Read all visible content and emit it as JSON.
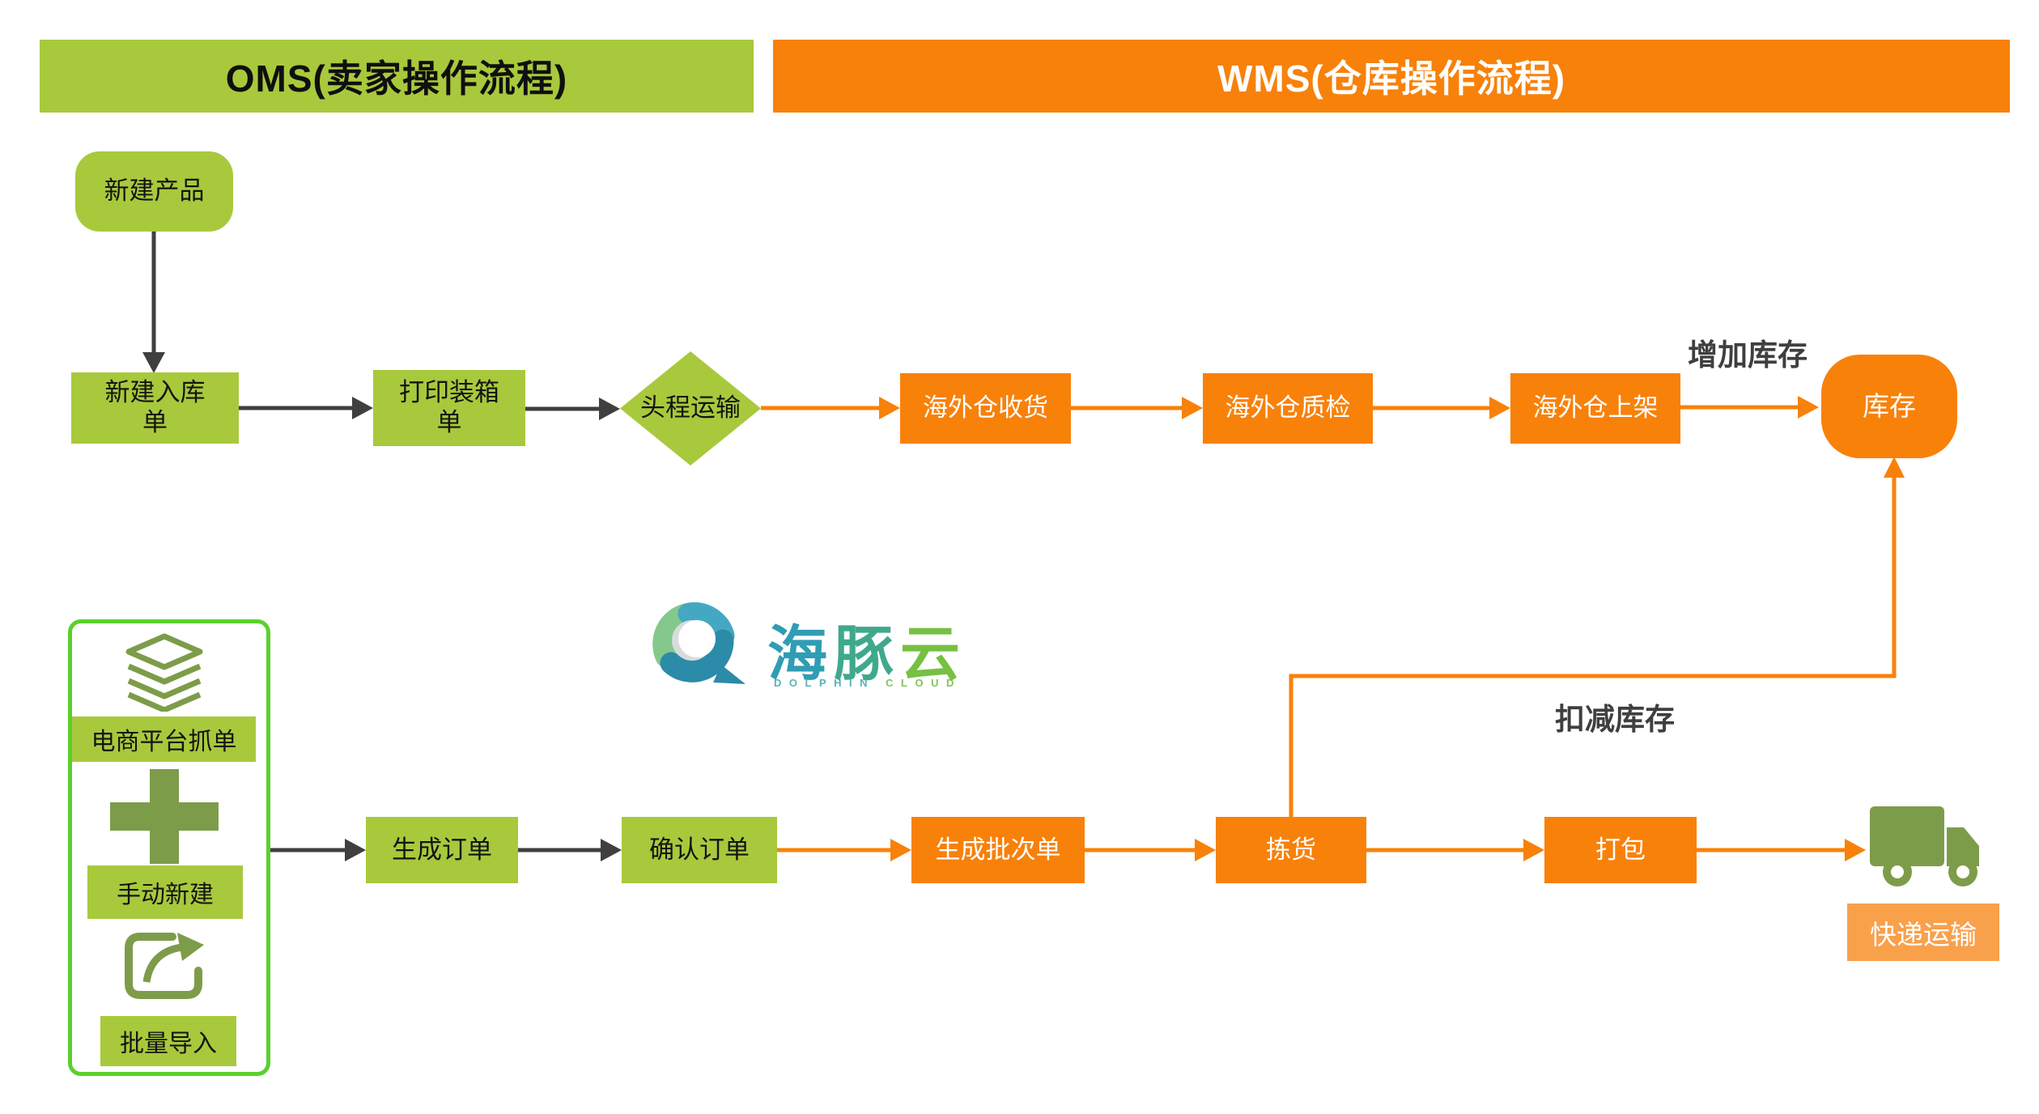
{
  "header": {
    "oms": "OMS(卖家操作流程)",
    "wms": "WMS(仓库操作流程)"
  },
  "flow": {
    "new_product": "新建产品",
    "new_inbound": "新建入库单",
    "print_packing": "打印装箱单",
    "first_leg": "头程运输",
    "overseas_receive": "海外仓收货",
    "overseas_qc": "海外仓质检",
    "overseas_shelve": "海外仓上架",
    "inventory": "库存",
    "gen_order": "生成订单",
    "confirm_order": "确认订单",
    "gen_batch": "生成批次单",
    "pick": "拣货",
    "pack": "打包",
    "express": "快递运输"
  },
  "sources": {
    "platform": "电商平台抓单",
    "manual": "手动新建",
    "batch": "批量导入"
  },
  "annotations": {
    "increase": "增加库存",
    "decrease": "扣减库存"
  },
  "logo": {
    "chars": [
      "海",
      "豚",
      "云"
    ],
    "subtitle_1": "DOLPHIN",
    "subtitle_2": "CLOUD"
  },
  "icons": {
    "platform_source": "layers-stack-icon",
    "manual_source": "plus-icon",
    "batch_source": "export-icon",
    "shipping": "truck-icon",
    "brand": "dolphin-cloud-swirl-icon"
  },
  "colors": {
    "green": "#A8C93C",
    "panel_border_green": "#5AD02C",
    "olive_icon": "#7D9C4A",
    "orange": "#F8810A",
    "orange_light": "#F9A04B",
    "ink": "#3F3F3F",
    "logo_teal": "#2F9DB4",
    "logo_teal_green": "#3FA98C",
    "logo_green": "#76C043"
  }
}
